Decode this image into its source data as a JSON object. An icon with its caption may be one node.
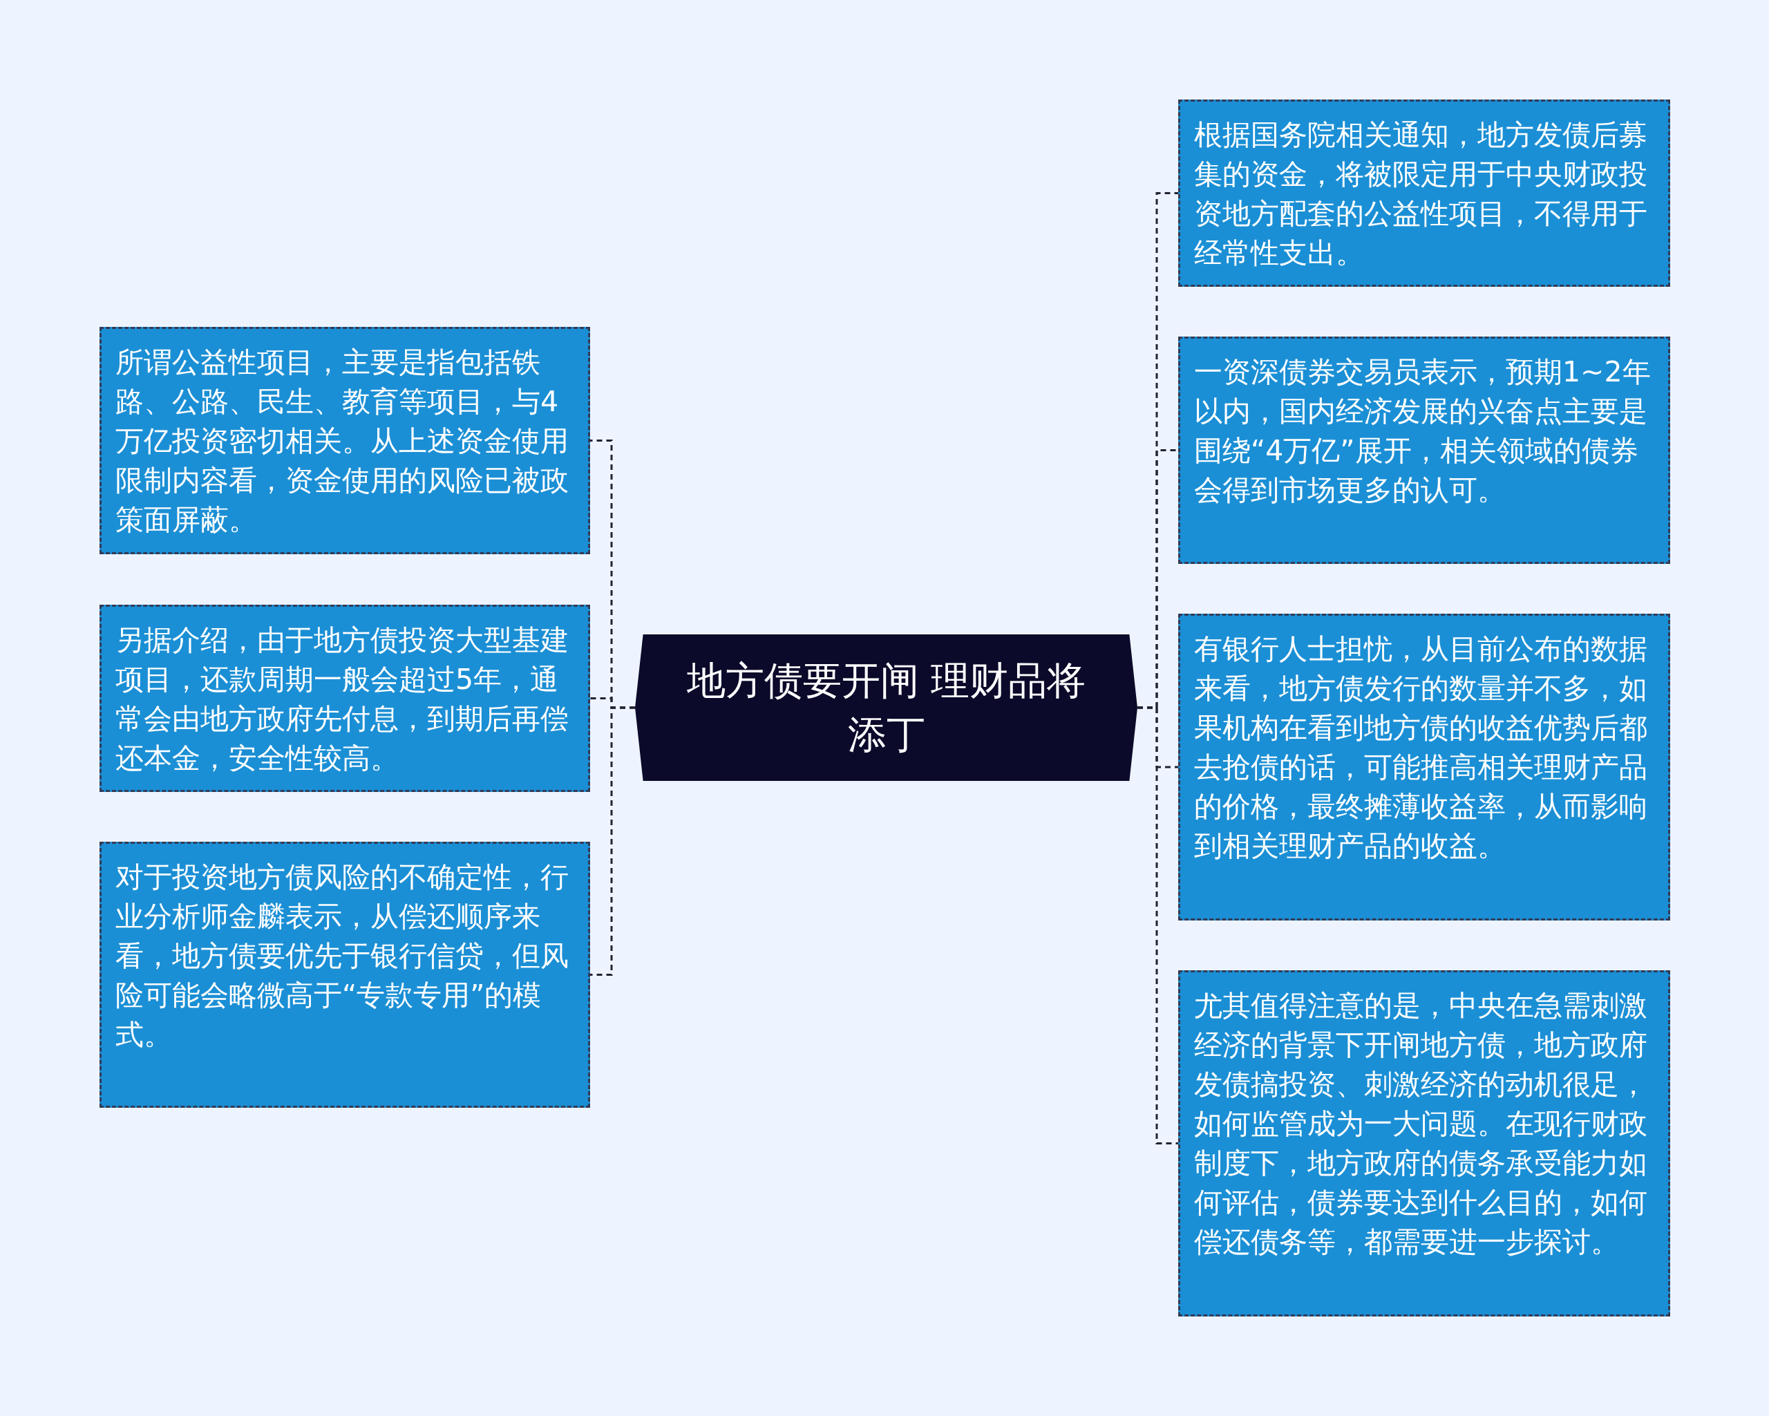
{
  "diagram": {
    "nodes": [
      {
        "text": [
          "地方债要开闸 理财品将添丁"
        ]
      },
      {
        "text": [
          "所谓公益性项目，主要是指包括铁路、公路、民生、教育等项目，与4万亿投资密切相关。从上述资金使用限制内容看，资金使用的风险已被政策面屏蔽。"
        ]
      },
      {
        "text": [
          "另据介绍，由于地方债投资大型基建项目，还款周期一般会超过5年，通常会由地方政府先付息，到期后再偿还本金，安全性较高。"
        ]
      },
      {
        "text": [
          "对于投资地方债风险的不确定性，行业分析师金麟表示，从偿还顺序来看，地方债要优先于银行信贷，但风险可能会略微高于“专款专用”的模式。"
        ]
      },
      {
        "text": [
          "根据国务院相关通知，地方发债后募集的资金，将被限定用于中央财政投资地方配套的公益性项目，不得用于经常性支出。"
        ]
      },
      {
        "text": [
          "一资深债券交易员表示，预期1~2年以内，国内经济发展的兴奋点主要是围绕“4万亿”展开，相关领域的债券会得到市场更多的认可。"
        ]
      },
      {
        "text": [
          "有银行人士担忧，从目前公布的数据来看，地方债发行的数量并不多，如果机构在看到地方债的收益优势后都去抢债的话，可能推高相关理财产品的价格，最终摊薄收益率，从而影响到相关理财产品的收益。"
        ]
      },
      {
        "text": [
          "尤其值得注意的是，中央在急需刺激经济的背景下开闸地方债，地方政府发债搞投资、刺激经济的动机很足，如何监管成为一大问题。在现行财政制度下，地方政府的债务承受能力如何评估，债券要达到什么目的，如何偿还债务等，都需要进一步探讨。"
        ]
      }
    ],
    "edges": [
      {
        "from": 0,
        "to": 1,
        "arrow": "none"
      },
      {
        "from": 0,
        "to": 2,
        "arrow": "none"
      },
      {
        "from": 0,
        "to": 3,
        "arrow": "none"
      },
      {
        "from": 0,
        "to": 4,
        "arrow": "none"
      },
      {
        "from": 0,
        "to": 5,
        "arrow": "none"
      },
      {
        "from": 0,
        "to": 6,
        "arrow": "none"
      },
      {
        "from": 0,
        "to": 7,
        "arrow": "none"
      }
    ]
  }
}
